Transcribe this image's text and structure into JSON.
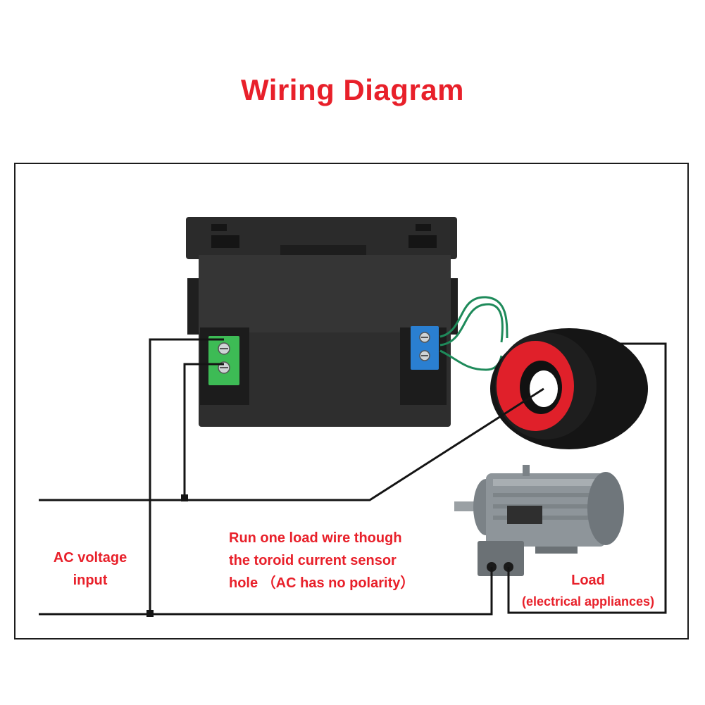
{
  "title": "Wiring Diagram",
  "labels": {
    "ac_voltage_line1": "AC voltage",
    "ac_voltage_line2": "input",
    "run_line1": "Run one load wire though",
    "run_line2": "the toroid current sensor",
    "run_line3": "hole （AC has no polarity）",
    "load_title": "Load",
    "load_subtitle": "(electrical appliances)"
  },
  "colors": {
    "title": "#e8202a",
    "label": "#e8202a",
    "wire": "#141414",
    "meter_body": "#2a2a2a",
    "terminal_green": "#3dbb55",
    "terminal_blue": "#2a7fd1",
    "sensor_wire": "#1e8a5a",
    "toroid_outer": "#151515",
    "toroid_inner": "#e0202a",
    "motor_body": "#8e959a"
  },
  "icons": {
    "meter": "panel-meter-icon",
    "toroid": "toroid-current-sensor-icon",
    "motor": "electric-motor-icon"
  }
}
